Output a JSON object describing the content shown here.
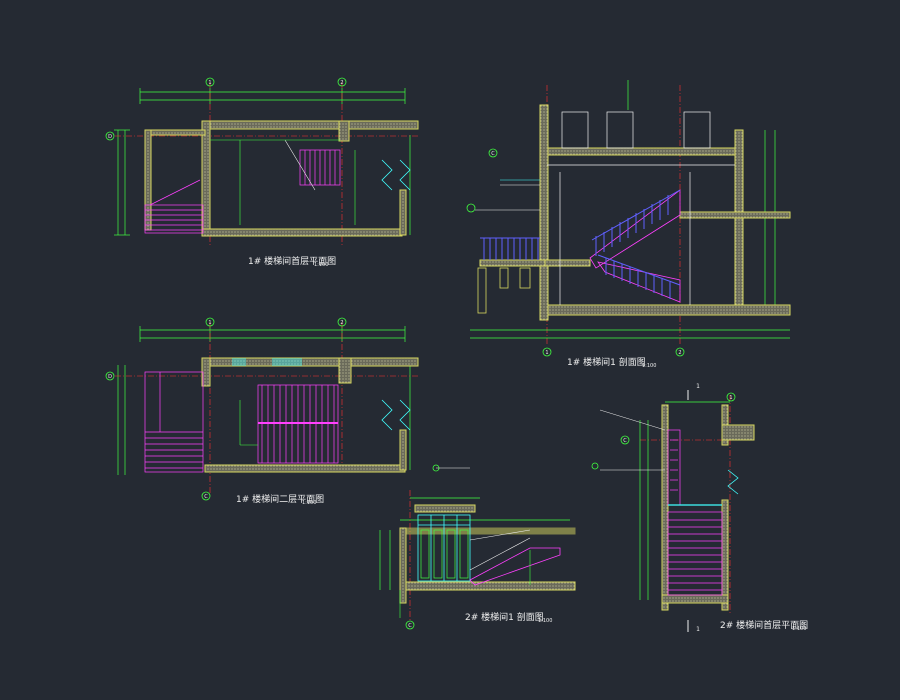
{
  "drawings": [
    {
      "title": "1# 楼梯间首层平面图",
      "scale": "1:100"
    },
    {
      "title": "1# 楼梯间1 剖面图",
      "scale": "1:100"
    },
    {
      "title": "1# 楼梯间二层平面图",
      "scale": "1:100"
    },
    {
      "title": "2# 楼梯间1 剖面图",
      "scale": "1:100"
    },
    {
      "title": "2# 楼梯间首层平面图",
      "scale": "1:100"
    }
  ],
  "axis_markers": {
    "plan1": [
      "1",
      "2",
      "D"
    ],
    "plan2": [
      "1",
      "2",
      "D",
      "C"
    ],
    "section1": [
      "1",
      "2",
      "C"
    ],
    "section2": [
      "C"
    ],
    "plan3": [
      "1",
      "C",
      "1"
    ]
  },
  "colors": {
    "background": "#252a33",
    "wall": "#d8d860",
    "stair": "#ff40ff",
    "dim": "#40ff40",
    "axis": "#ff3030",
    "window": "#40ffff",
    "rail": "#6060ff",
    "text": "#f0f0f0"
  }
}
